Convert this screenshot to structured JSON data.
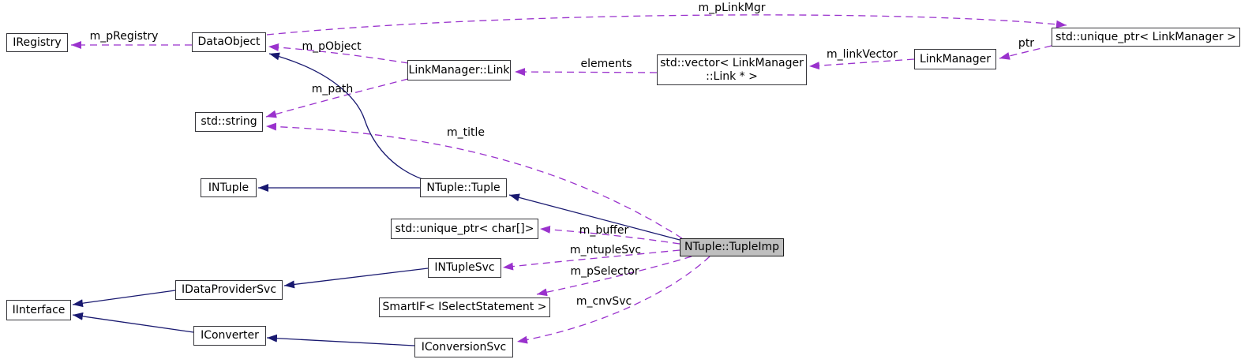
{
  "diagram_type": "doxygen-collaboration-graph",
  "focus_node": "NTuple::TupleImp",
  "colors": {
    "edge_dashed": "#9a32cd",
    "edge_solid": "#191970",
    "node_fill": "#ffffff",
    "node_border": "#35353a",
    "highlight_fill": "#bfbfbf",
    "text": "#000000"
  },
  "nodes": {
    "iregistry": {
      "label": "IRegistry"
    },
    "dataobject": {
      "label": "DataObject"
    },
    "linkmanager_link": {
      "label": "LinkManager::Link"
    },
    "vector_links": {
      "label": "std::vector< LinkManager\n::Link * >"
    },
    "linkmanager": {
      "label": "LinkManager"
    },
    "unique_ptr_linkmanager": {
      "label": "std::unique_ptr< LinkManager >"
    },
    "std_string": {
      "label": "std::string"
    },
    "intuple": {
      "label": "INTuple"
    },
    "ntuple_tuple": {
      "label": "NTuple::Tuple"
    },
    "unique_ptr_char": {
      "label": "std::unique_ptr< char[]>"
    },
    "ntuple_tupleimp": {
      "label": "NTuple::TupleImp"
    },
    "intuplesvc": {
      "label": "INTupleSvc"
    },
    "smartif_iselectstatement": {
      "label": "SmartIF< ISelectStatement >"
    },
    "idataprovidersvc": {
      "label": "IDataProviderSvc"
    },
    "iinterface": {
      "label": "IInterface"
    },
    "iconverter": {
      "label": "IConverter"
    },
    "iconversionsvc": {
      "label": "IConversionSvc"
    }
  },
  "edge_labels": {
    "m_pRegistry": "m_pRegistry",
    "m_pObject": "m_pObject",
    "m_pLinkMgr": "m_pLinkMgr",
    "elements": "elements",
    "m_linkVector": "m_linkVector",
    "ptr": "ptr",
    "m_path": "m_path",
    "m_title": "m_title",
    "m_buffer": "m_buffer",
    "m_ntupleSvc": "m_ntupleSvc",
    "m_pSelector": "m_pSelector",
    "m_cnvSvc": "m_cnvSvc"
  }
}
